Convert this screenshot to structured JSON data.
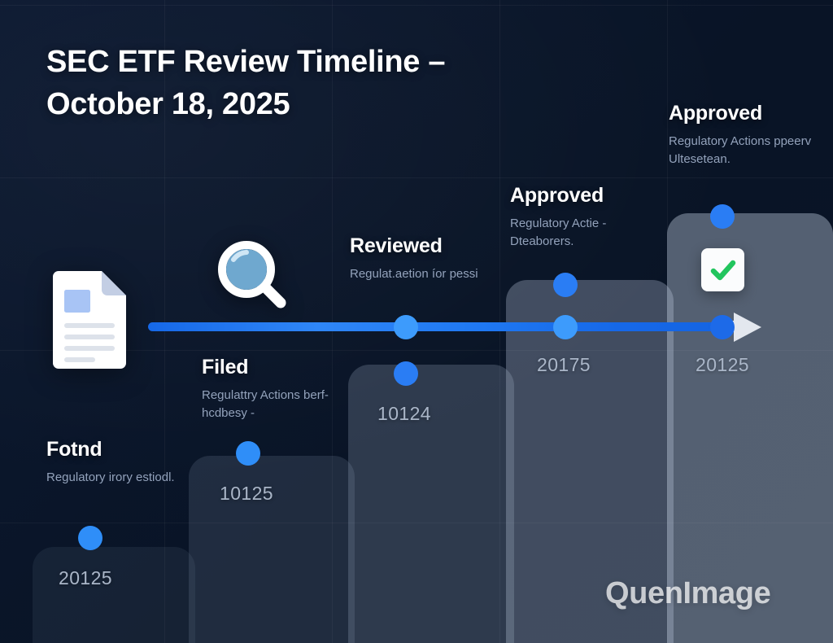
{
  "header": {
    "title_line1": "SEC ETF Review Timeline –",
    "title_line2": "October 18, 2025"
  },
  "watermark": {
    "text": "QuenImage"
  },
  "theme": {
    "background": "#0a1628",
    "timeline_blue": "#1f78f2",
    "dot_blue": "#2a7df4",
    "dot_blue_light": "#3d9bfc",
    "arrow_gray": "#e3e7ee",
    "check_green": "#22c55e",
    "title_color": "#ffffff",
    "desc_color": "#93a2bb",
    "date_color": "#aab6c8"
  },
  "icons": {
    "document": "document-icon",
    "magnifier": "magnifier-icon",
    "check": "check-icon",
    "arrow": "arrow-right-icon"
  },
  "timeline": {
    "milestones": [
      {
        "label": "Fotnd",
        "description": "Regulatory irory estiodl.",
        "date": "20125"
      },
      {
        "label": "Filed",
        "description": "Regulattry Actions berf-hcdbesy -",
        "date": "10125"
      },
      {
        "label": "Reviewed",
        "description": "Regulat.aetion íor pessi",
        "date": "10124"
      },
      {
        "label": "Approved",
        "description": "Regulatory Actie - Dteaborers.",
        "date": "20175"
      },
      {
        "label": "Approved",
        "description": "Regulatory Actions ppeerv Ultesetean.",
        "date": "20125"
      }
    ]
  }
}
